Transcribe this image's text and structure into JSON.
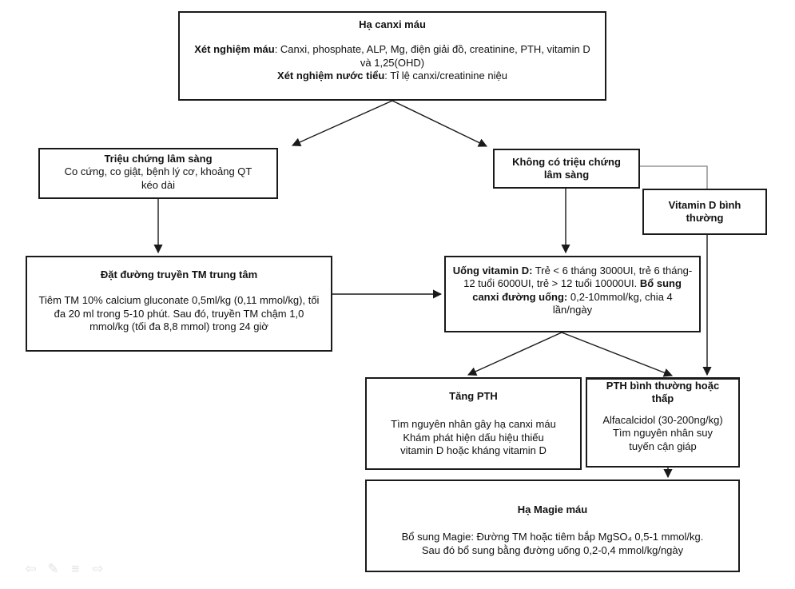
{
  "page": {
    "background": "#ffffff",
    "box_border_color": "#1a1a1a",
    "connector_color": "#1a1a1a",
    "elbow_connector_color": "#808080",
    "footer_icon_color": "#e6e6e6"
  },
  "nodes": {
    "root": {
      "title": "Hạ canxi máu",
      "seg1_bold": "Xét nghiệm máu",
      "seg1_text": ": Canxi, phosphate, ALP, Mg, điện giải đồ, creatinine, PTH, vitamin D và 1,25(OHD)",
      "seg2_bold": "Xét nghiệm nước tiểu",
      "seg2_text": ": Tỉ lệ canxi/creatinine niệu"
    },
    "symptomatic": {
      "title": "Triệu chứng lâm sàng",
      "body": "Co cứng, co giật, bệnh lý cơ, khoảng QT kéo dài"
    },
    "asymptomatic": {
      "title": "Không có triệu chứng lâm sàng"
    },
    "vitamin_d_normal": {
      "title": "Vitamin D bình thường"
    },
    "iv_line": {
      "title": "Đặt đường truyền TM trung tâm",
      "body": "Tiêm TM 10% calcium gluconate 0,5ml/kg (0,11 mmol/kg), tối đa 20 ml trong 5-10 phút. Sau đó, truyền TM chậm 1,0 mmol/kg (tối đa 8,8 mmol) trong 24 giờ"
    },
    "oral_vitamin_d": {
      "seg1_bold": "Uống vitamin D:",
      "seg1_text": " Trẻ < 6 tháng 3000UI, trẻ 6 tháng-12 tuổi 6000UI, trẻ > 12 tuổi 10000UI.",
      "seg2_bold": "Bổ sung canxi đường uống:",
      "seg2_text": " 0,2-10mmol/kg, chia 4 lần/ngày"
    },
    "high_pth": {
      "title": "Tăng PTH",
      "body_line1": "Tìm nguyên nhân gây hạ canxi máu",
      "body_line2": "Khám phát hiện dấu hiệu thiếu vitamin D hoặc kháng vitamin D"
    },
    "pth_normal_low": {
      "title": "PTH bình thường hoặc thấp",
      "body_line1": "Alfacalcidol (30-200ng/kg)",
      "body_line2": "Tìm nguyên nhân suy tuyến cận giáp"
    },
    "hypomagnesemia": {
      "title": "Hạ Magie máu",
      "body_line1": "Bổ sung Magie: Đường TM hoặc tiêm bắp MgSO₄ 0,5-1 mmol/kg.",
      "body_line2": "Sau đó bổ sung bằng đường uống 0,2-0,4 mmol/kg/ngày"
    }
  },
  "footer": {
    "icons": [
      {
        "name": "prev-slide",
        "glyph": "⇦"
      },
      {
        "name": "pen",
        "glyph": "✎"
      },
      {
        "name": "menu",
        "glyph": "≡"
      },
      {
        "name": "next-slide",
        "glyph": "⇨"
      }
    ]
  }
}
